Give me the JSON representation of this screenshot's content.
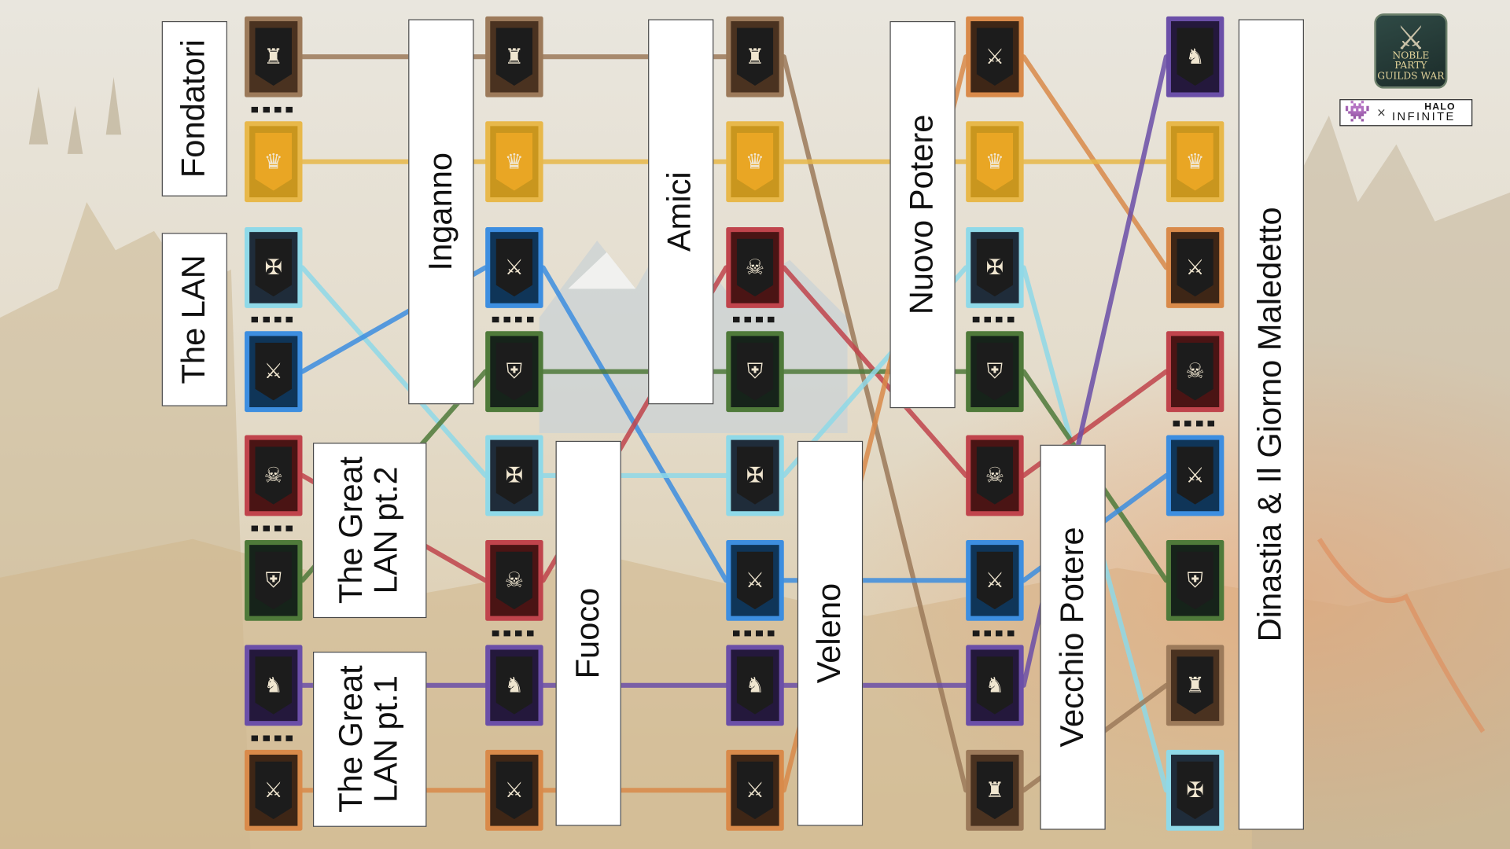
{
  "brand": {
    "logo_line1": "NOBLE PARTY",
    "logo_line2": "GUILDS WAR",
    "logo_icon": "crossed-swords-shield-icon",
    "collab_icon": "space-invader-icon",
    "collab_x": "×",
    "collab_partner_top": "HALO",
    "collab_partner_bottom": "INFINITE"
  },
  "guilds": {
    "founders": {
      "icon": "castle-gate-icon",
      "glyph": "♜",
      "color": "#9c7a5a",
      "bg": "#4a3220"
    },
    "gold": {
      "icon": "winged-crown-icon",
      "glyph": "♛",
      "color": "#e8b84a",
      "bg": "#c9961e"
    },
    "cyan": {
      "icon": "winged-sword-icon",
      "glyph": "✠",
      "color": "#8fd9e8",
      "bg": "#1f2c3a"
    },
    "blue": {
      "icon": "crossed-blades-icon",
      "glyph": "⚔",
      "color": "#3d8ee0",
      "bg": "#0f3558"
    },
    "green": {
      "icon": "spartan-helmet-icon",
      "glyph": "⛨",
      "color": "#4f7a3a",
      "bg": "#16231a"
    },
    "red": {
      "icon": "skull-icon",
      "glyph": "☠",
      "color": "#c0444c",
      "bg": "#4a1414"
    },
    "purple": {
      "icon": "horned-helmet-icon",
      "glyph": "♞",
      "color": "#6b4fa8",
      "bg": "#24183c"
    },
    "orange": {
      "icon": "crossed-swords-icon",
      "glyph": "⚔",
      "color": "#d98a4a",
      "bg": "#3e2616"
    }
  },
  "episodes": [
    {
      "id": "fondatori",
      "label": "Fondatori",
      "two_line": false
    },
    {
      "id": "the-lan",
      "label": "The LAN",
      "two_line": false
    },
    {
      "id": "great-lan-2",
      "label": "The Great\nLAN pt.2",
      "two_line": true
    },
    {
      "id": "great-lan-1",
      "label": "The Great\nLAN pt.1",
      "two_line": true
    },
    {
      "id": "inganno",
      "label": "Inganno",
      "two_line": false
    },
    {
      "id": "fuoco",
      "label": "Fuoco",
      "two_line": false
    },
    {
      "id": "amici",
      "label": "Amici",
      "two_line": false
    },
    {
      "id": "veleno",
      "label": "Veleno",
      "two_line": false
    },
    {
      "id": "nuovo-potere",
      "label": "Nuovo Potere",
      "two_line": false
    },
    {
      "id": "vecchio-potere",
      "label": "Vecchio Potere",
      "two_line": false
    },
    {
      "id": "dinastia",
      "label": "Dinastia & Il Giorno Maledetto",
      "two_line": false
    }
  ],
  "rounds": [
    [
      "founders",
      "gold",
      "cyan",
      "blue",
      "red",
      "green",
      "purple",
      "orange"
    ],
    [
      "founders",
      "gold",
      "blue",
      "green",
      "cyan",
      "red",
      "purple",
      "orange"
    ],
    [
      "founders",
      "gold",
      "red",
      "green",
      "cyan",
      "blue",
      "purple",
      "orange"
    ],
    [
      "orange",
      "gold",
      "cyan",
      "green",
      "red",
      "blue",
      "purple",
      "founders"
    ],
    [
      "purple",
      "gold",
      "orange",
      "red",
      "blue",
      "green",
      "founders",
      "cyan"
    ]
  ],
  "cut_markers": [
    [
      1,
      3,
      5,
      7
    ],
    [
      3,
      6
    ],
    [
      3,
      6
    ],
    [
      3,
      6
    ],
    [
      4
    ]
  ]
}
